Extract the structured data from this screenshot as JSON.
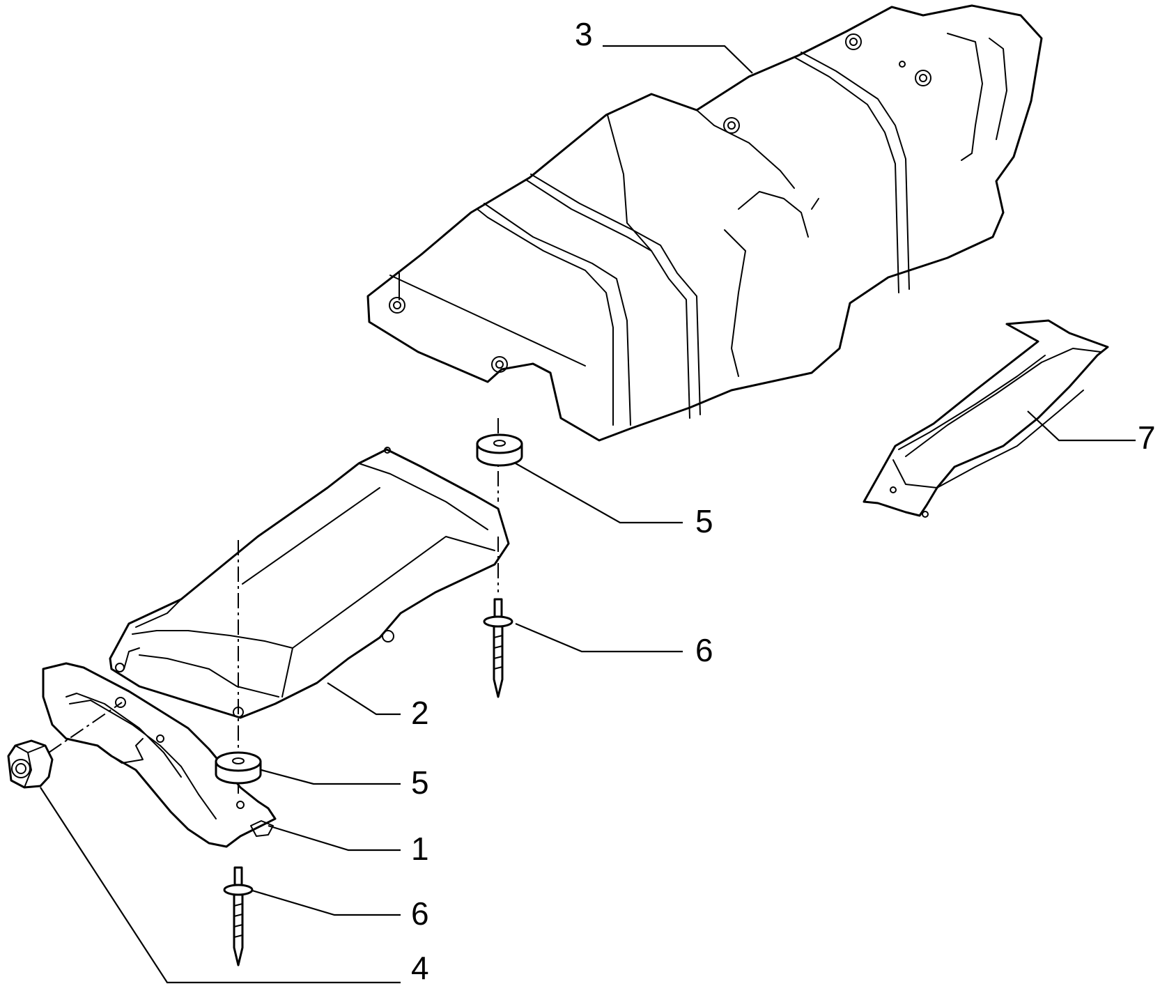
{
  "callouts": {
    "part_1": "1",
    "part_2": "2",
    "part_3": "3",
    "part_4": "4",
    "part_5_upper": "5",
    "part_5_lower": "5",
    "part_6_upper": "6",
    "part_6_lower": "6",
    "part_7": "7"
  },
  "colors": {
    "line": "#000000",
    "background": "#ffffff"
  }
}
